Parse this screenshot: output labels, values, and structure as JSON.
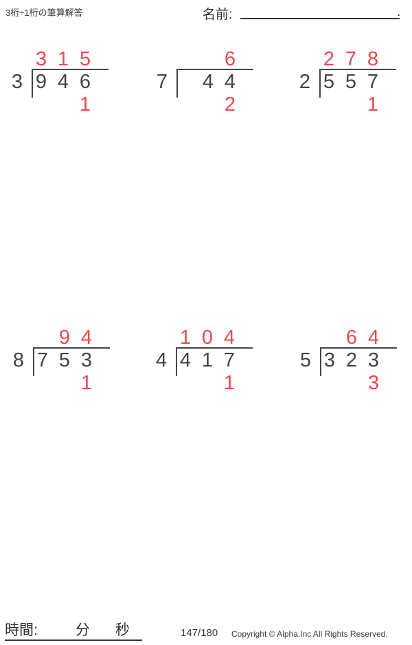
{
  "header": {
    "title": "3桁÷1桁の筆算解答",
    "name_label": "名前:",
    "name_period": "."
  },
  "colors": {
    "answer_red": "#e94a50",
    "ink": "#434343",
    "line": "#464646"
  },
  "problems": [
    {
      "divisor": "3",
      "dividend": [
        "9",
        "4",
        "6"
      ],
      "quotient": [
        "3",
        "1",
        "5"
      ],
      "remainder": [
        "",
        "",
        "1"
      ]
    },
    {
      "divisor": "7",
      "dividend": [
        "",
        "4",
        "4"
      ],
      "quotient": [
        "",
        "",
        "6"
      ],
      "remainder": [
        "",
        "",
        "2"
      ]
    },
    {
      "divisor": "2",
      "dividend": [
        "5",
        "5",
        "7"
      ],
      "quotient": [
        "2",
        "7",
        "8"
      ],
      "remainder": [
        "",
        "",
        "1"
      ]
    },
    {
      "divisor": "8",
      "dividend": [
        "7",
        "5",
        "3"
      ],
      "quotient": [
        "",
        "9",
        "4"
      ],
      "remainder": [
        "",
        "",
        "1"
      ]
    },
    {
      "divisor": "4",
      "dividend": [
        "4",
        "1",
        "7"
      ],
      "quotient": [
        "1",
        "0",
        "4"
      ],
      "remainder": [
        "",
        "",
        "1"
      ]
    },
    {
      "divisor": "5",
      "dividend": [
        "3",
        "2",
        "3"
      ],
      "quotient": [
        "",
        "6",
        "4"
      ],
      "remainder": [
        "",
        "",
        "3"
      ]
    }
  ],
  "footer": {
    "time_label": "時間:",
    "minutes_label": "分",
    "seconds_label": "秒",
    "page_number": "147/180",
    "copyright": "Copyright © Alpha.Inc All Rights Reserved."
  }
}
